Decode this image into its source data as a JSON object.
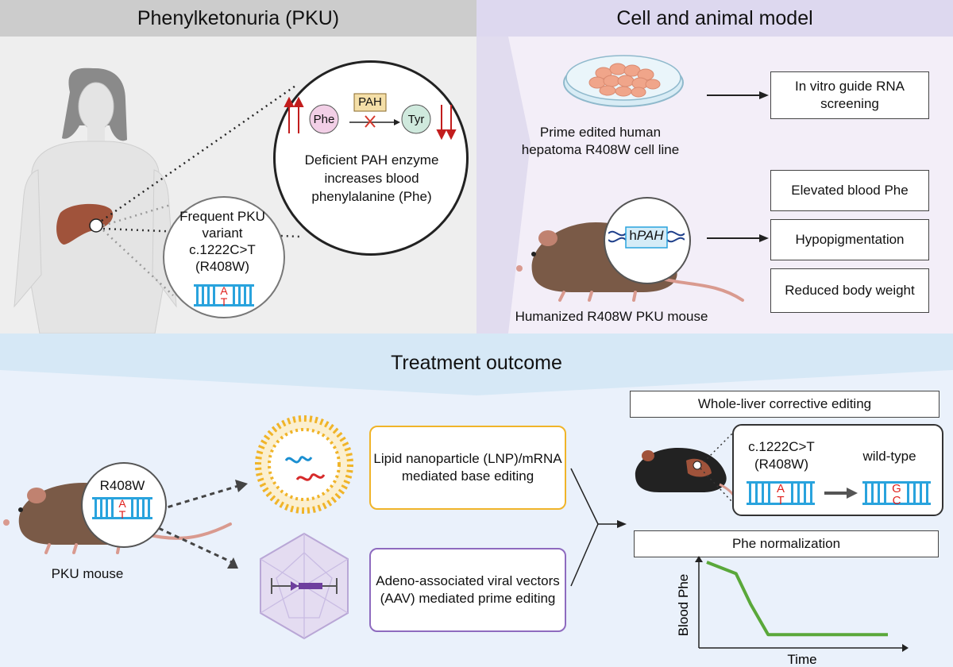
{
  "panels": {
    "pku_title": "Phenylketonuria (PKU)",
    "model_title": "Cell and animal model",
    "treatment_title": "Treatment outcome"
  },
  "pku": {
    "zoom_phe": "Phe",
    "zoom_tyr": "Tyr",
    "zoom_enzyme": "PAH",
    "zoom_caption": "Deficient PAH enzyme increases blood phenylalanine (Phe)",
    "variant_caption": "Frequent PKU variant c.1222C>T (R408W)",
    "base_top": "A",
    "base_bottom": "T"
  },
  "model": {
    "cell_label": "Prime edited human hepatoma R408W cell line",
    "cell_outcome": "In vitro guide RNA screening",
    "mouse_label": "Humanized R408W PKU mouse",
    "gene_prefix": "h",
    "gene_name": "PAH",
    "mouse_outcomes": [
      "Elevated blood Phe",
      "Hypopigmentation",
      "Reduced body weight"
    ]
  },
  "treatment": {
    "mouse_label": "PKU mouse",
    "mouse_variant": "R408W",
    "base_top": "A",
    "base_bottom": "T",
    "lnp_label": "Lipid nanoparticle (LNP)/mRNA mediated base editing",
    "aav_label": "Adeno-associated viral vectors (AAV) mediated prime editing",
    "editing_title": "Whole-liver corrective editing",
    "before_label": "c.1222C>T (R408W)",
    "after_label": "wild-type",
    "before_top": "A",
    "before_bottom": "T",
    "after_top": "G",
    "after_bottom": "C",
    "normalization_title": "Phe normalization"
  },
  "colors": {
    "header_gray": "#cccccc",
    "header_lavender": "#ddd8ef",
    "panel_gray": "#eeeeee",
    "panel_lavender": "#f3eef8",
    "panel_blue": "#eaf1fb",
    "header_blue": "#d6e8f6",
    "dna_blue": "#29a3dd",
    "base_red": "#e0201c",
    "curve_green": "#5aa83a",
    "lnp_orange": "#f0b429",
    "aav_purple": "#8e6bbf"
  },
  "chart_data": {
    "type": "line",
    "title": "",
    "xlabel": "Time",
    "ylabel": "Blood Phe",
    "series": [
      {
        "values": [
          1.0,
          0.85,
          0.45,
          0.05,
          0.05,
          0.05
        ]
      }
    ],
    "x": [
      0,
      1,
      1.5,
      2.1,
      4,
      6.2
    ]
  }
}
